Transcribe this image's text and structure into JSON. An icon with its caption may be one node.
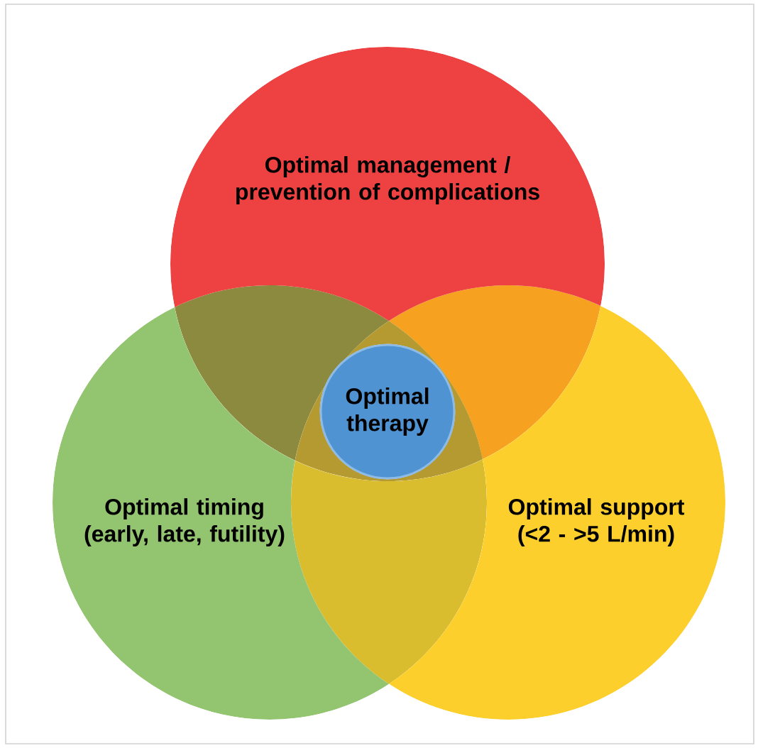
{
  "diagram": {
    "nodes": [
      {
        "text": [
          "Optimal management / prevention of complications"
        ]
      },
      {
        "text": [
          "Optimal timing (early, late, futility)"
        ]
      },
      {
        "text": [
          "Optimal support (<2 - >5 L/min)"
        ]
      },
      {
        "text": [
          "Optimal therapy"
        ]
      }
    ]
  }
}
